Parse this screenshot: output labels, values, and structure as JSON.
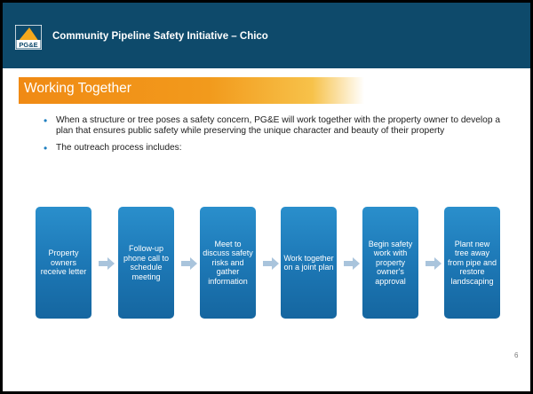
{
  "header": {
    "logo_text": "PG&E",
    "title": "Community Pipeline Safety Initiative – Chico"
  },
  "slide": {
    "title": "Working Together",
    "bullets": [
      "When a structure or tree poses a safety concern, PG&E will work together with the property owner to develop a plan that ensures public safety while preserving the unique character and beauty of their property",
      "The outreach process includes:"
    ],
    "steps": [
      "Property owners receive letter",
      "Follow-up phone call to schedule meeting",
      "Meet to discuss safety risks and gather information",
      "Work together on a joint plan",
      "Begin safety work with property owner's approval",
      "Plant new tree away from pipe and restore landscaping"
    ],
    "slide_number": "6"
  },
  "colors": {
    "header_bg": "#0e4a6b",
    "accent_orange": "#f08a14",
    "step_blue": "#1e7ab8",
    "arrow": "#a9c4dc"
  }
}
